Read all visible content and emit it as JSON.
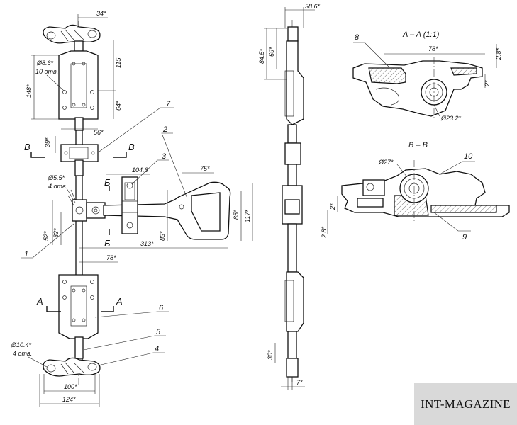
{
  "main_view": {
    "dims": {
      "top_width": "34*",
      "hole_dia": "Ø8.6*",
      "hole_count": "10 отв.",
      "height_148": "148*",
      "height_115": "115",
      "height_64": "64*",
      "width_56": "56*",
      "guide_39": "39*",
      "hole5_dia": "Ø5.5*",
      "hole5_count": "4 отв.",
      "w_104": "104.6",
      "w_75": "75*",
      "h_85": "85*",
      "h_117": "117*",
      "h_83": "83*",
      "w_313": "313*",
      "h_52": "52*",
      "h_32": "32*",
      "w_78": "78*",
      "hole10_dia": "Ø10.4*",
      "hole10_count": "4 отв.",
      "w_100": "100*",
      "w_124": "124*"
    },
    "callouts": [
      "1",
      "2",
      "3",
      "4",
      "5",
      "6",
      "7"
    ],
    "section_marks": {
      "b_left": "B",
      "b_right": "B",
      "bb_top": "Б",
      "bb_bottom": "Б",
      "a_left": "A",
      "a_right": "A"
    }
  },
  "side_view": {
    "dims": {
      "top_width": "38.6*",
      "h_84": "84.5*",
      "h_69": "69*",
      "h_30": "30*",
      "w_7": "7*"
    }
  },
  "section_aa": {
    "title": "A – A (1:1)",
    "callout": "8",
    "dims": {
      "w_78": "78*",
      "h_28": "2.8*",
      "h_2": "2*",
      "dia": "Ø23.2*"
    }
  },
  "section_bb": {
    "title": "B – B",
    "callouts": [
      "10",
      "9"
    ],
    "dims": {
      "dia": "Ø27*",
      "h_2": "2*",
      "h_28": "2.8*"
    }
  },
  "watermark": "INT-MAGAZINE"
}
